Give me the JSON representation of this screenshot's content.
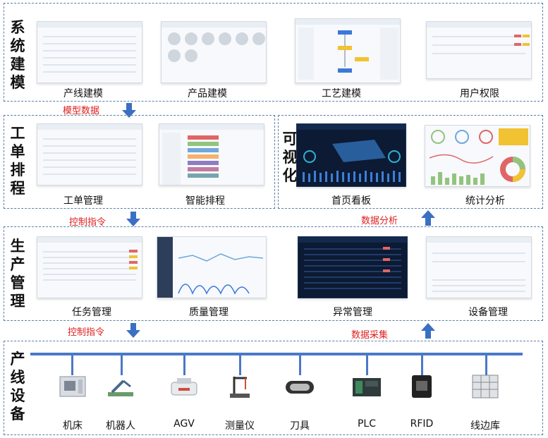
{
  "sections": {
    "modeling": {
      "title": "系统建模",
      "items": [
        "产线建模",
        "产品建模",
        "工艺建模",
        "用户权限"
      ]
    },
    "scheduling": {
      "title": "工单排程",
      "items": [
        "工单管理",
        "智能排程"
      ]
    },
    "visualization": {
      "title": "可视化",
      "items": [
        "首页看板",
        "统计分析"
      ]
    },
    "production": {
      "title": "生产管理",
      "items": [
        "任务管理",
        "质量管理",
        "异常管理",
        "设备管理"
      ]
    },
    "equipment": {
      "title": "产线设备",
      "items": [
        "机床",
        "机器人",
        "AGV",
        "测量仪",
        "刀具",
        "PLC",
        "RFID",
        "线边库"
      ]
    }
  },
  "flows": {
    "model_data": "模型数据",
    "control_cmd_1": "控制指令",
    "data_analysis": "数据分析",
    "control_cmd_2": "控制指令",
    "data_collect": "数据采集"
  },
  "colors": {
    "border": "#5a7fa8",
    "arrow": "#3a6fc4",
    "flow_text": "#e02020",
    "bus": "#4a79c7"
  }
}
